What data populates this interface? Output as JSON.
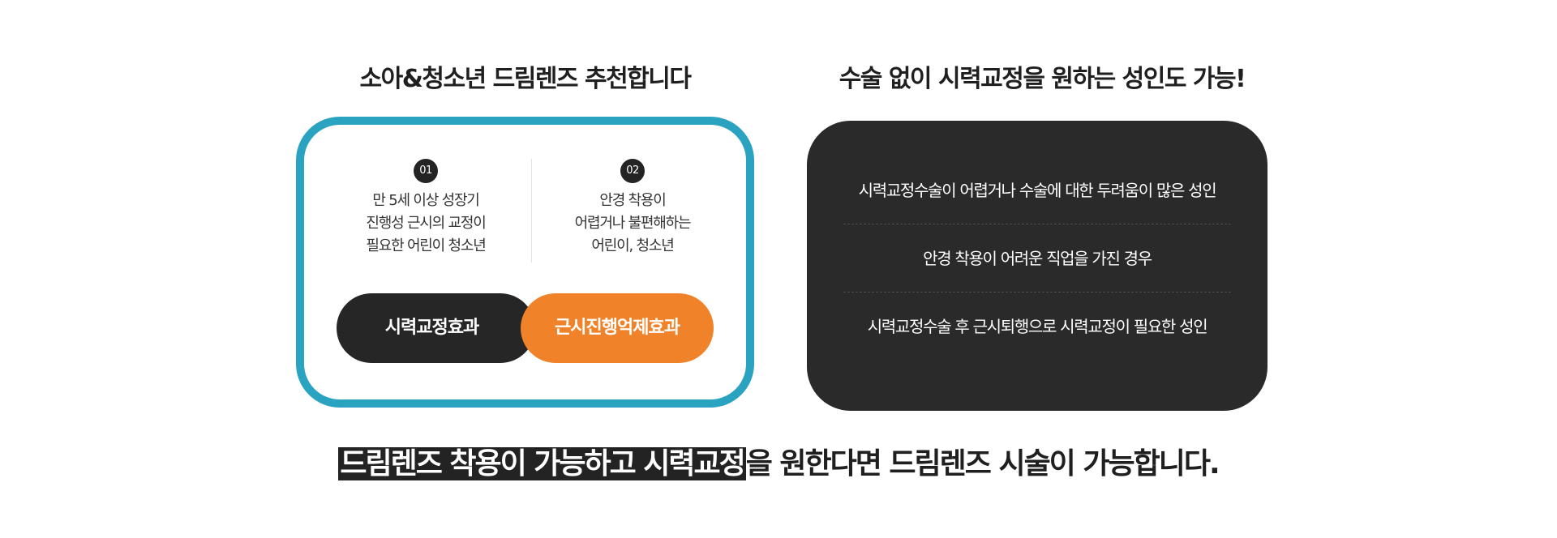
{
  "left_section": {
    "title": "소아&청소년 드림렌즈 추천합니다",
    "columns": [
      {
        "number": "01",
        "lines": [
          "만 5세 이상 성장기",
          "진행성 근시의 교정이",
          "필요한 어린이 청소년"
        ]
      },
      {
        "number": "02",
        "lines": [
          "안경 착용이",
          "어렵거나 불편해하는",
          "어린이, 청소년"
        ]
      }
    ],
    "buttons": {
      "vision_correction": "시력교정효과",
      "myopia_control": "근시진행억제효과"
    }
  },
  "right_section": {
    "title": "수술 없이 시력교정을 원하는 성인도 가능!",
    "items": [
      "시력교정수술이 어렵거나 수술에 대한 두려움이 많은 성인",
      "안경 착용이 어려운 직업을 가진 경우",
      "시력교정수술 후 근시퇴행으로 시력교정이 필요한 성인"
    ]
  },
  "bottom": {
    "highlight": "드림렌즈 착용이 가능하고 시력교정",
    "rest": "을 원한다면 드림렌즈 시술이 가능합니다."
  },
  "colors": {
    "accent_blue": "#2aa3c0",
    "accent_orange": "#f0832a",
    "dark": "#262626"
  }
}
